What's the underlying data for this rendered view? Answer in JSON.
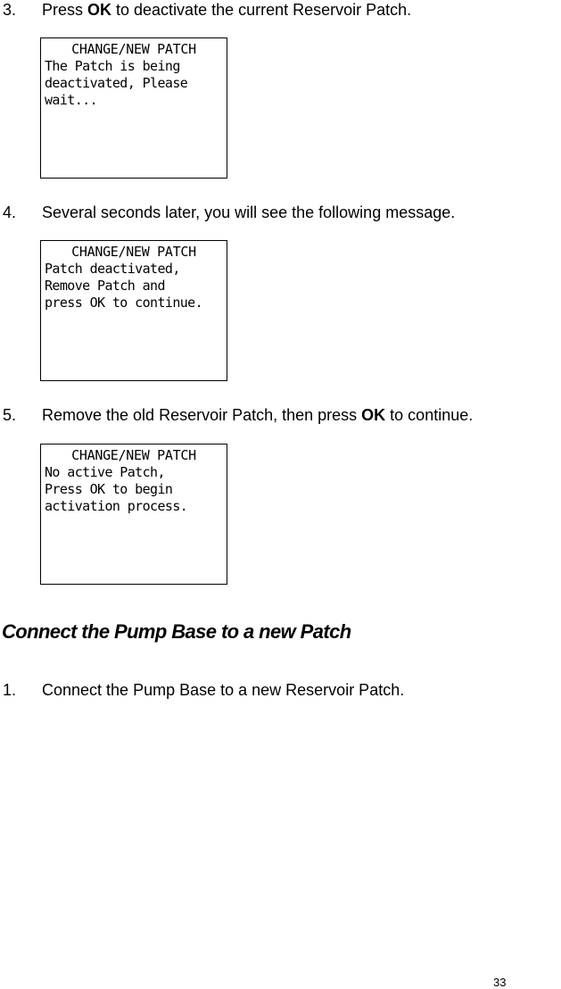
{
  "steps": [
    {
      "number": "3.",
      "before": "Press ",
      "bold": "OK",
      "after": " to deactivate the current Reservoir Patch."
    },
    {
      "number": "4.",
      "text": "Several seconds later, you will see the following message."
    },
    {
      "number": "5.",
      "before": "Remove the old Reservoir Patch, then press ",
      "bold": "OK",
      "after": " to continue."
    }
  ],
  "screens": [
    {
      "title": "CHANGE/NEW PATCH",
      "lines": [
        "The Patch is being",
        "deactivated, Please",
        "wait..."
      ]
    },
    {
      "title": "CHANGE/NEW PATCH",
      "lines": [
        "Patch deactivated,",
        "Remove Patch and",
        "press OK to continue."
      ]
    },
    {
      "title": "CHANGE/NEW PATCH",
      "lines": [
        "No active Patch,",
        "Press OK to begin",
        "activation process."
      ]
    }
  ],
  "section": {
    "heading": "Connect the Pump Base to a new Patch",
    "steps": [
      {
        "number": "1.",
        "text": "Connect the Pump Base to a new Reservoir Patch."
      }
    ]
  },
  "page_number": "33"
}
